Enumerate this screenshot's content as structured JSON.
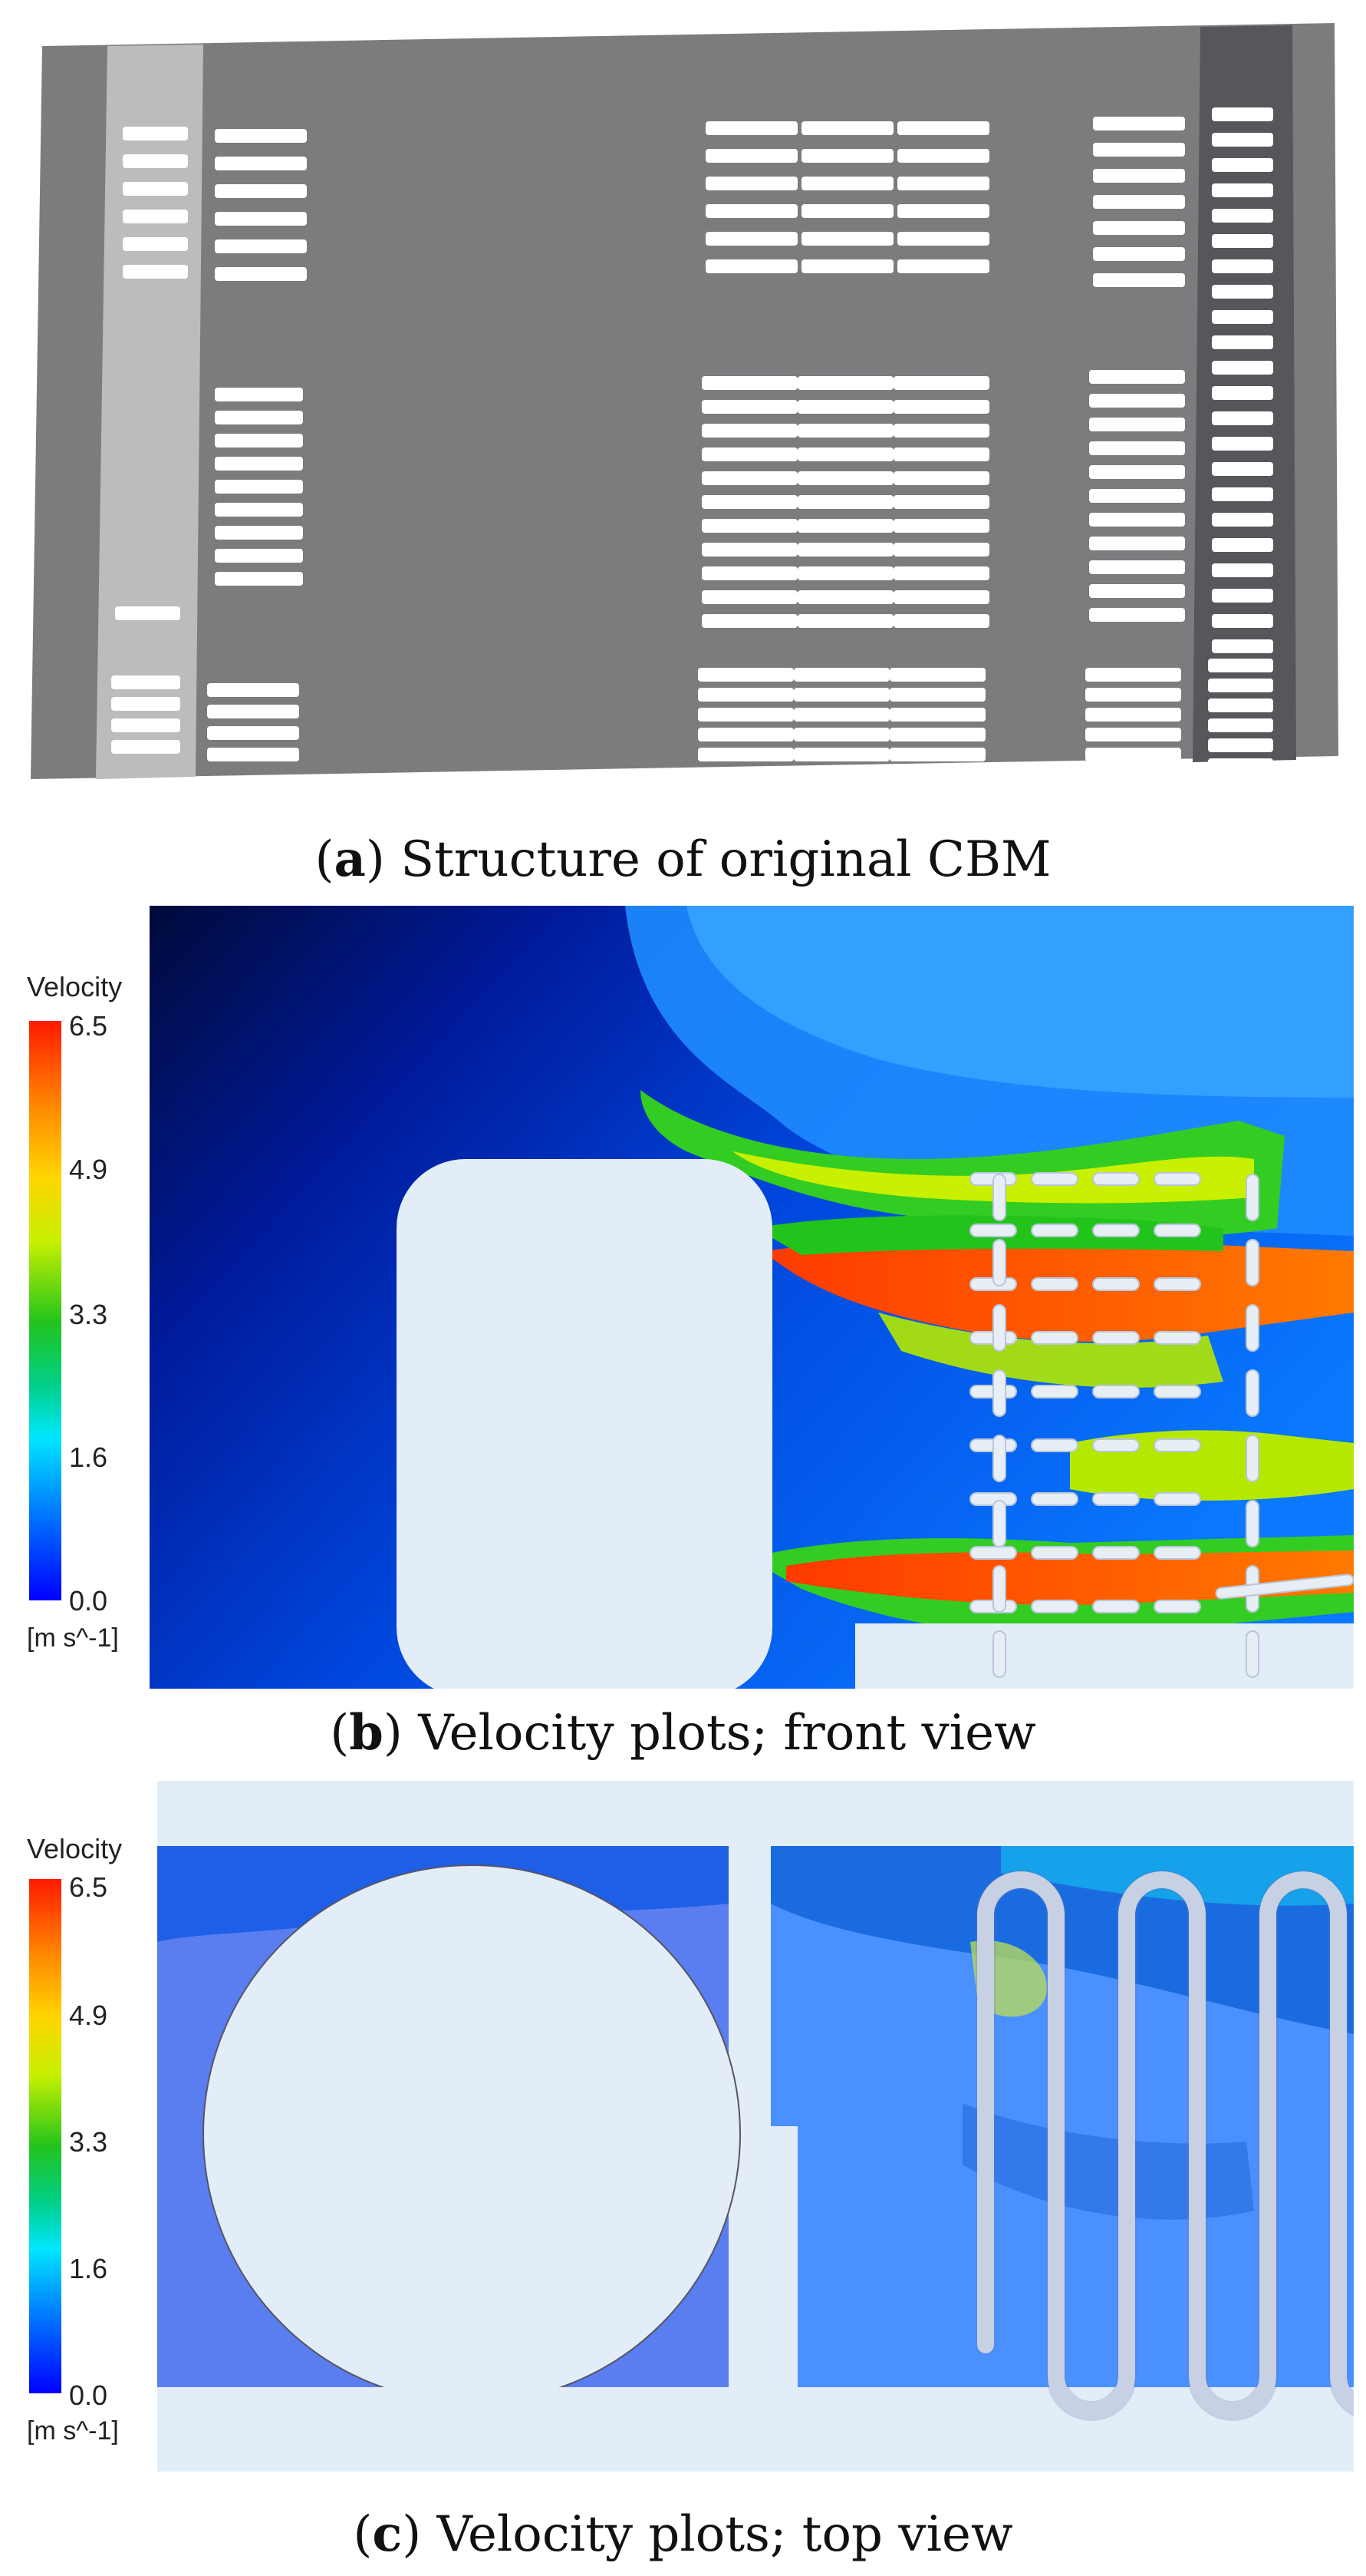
{
  "panels": [
    {
      "letter": "a",
      "caption": "Structure of original CBM"
    },
    {
      "letter": "b",
      "caption": "Velocity plots; front view"
    },
    {
      "letter": "c",
      "caption": "Velocity plots; top view"
    }
  ],
  "legend": {
    "title": "Velocity",
    "ticks": [
      "6.5",
      "4.9",
      "3.3",
      "1.6",
      "0.0"
    ],
    "unit": "[m s^-1]",
    "colors": [
      "#ff1a00",
      "#ffd500",
      "#22c41c",
      "#00e6ff",
      "#0000ff"
    ]
  }
}
